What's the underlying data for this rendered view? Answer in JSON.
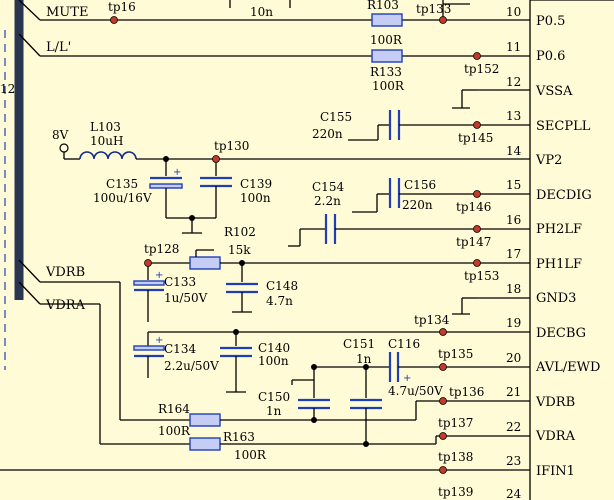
{
  "colors": {
    "background": "#fffbd6",
    "wire": "#000000",
    "component": "#1f3fb8",
    "component_fill": "#c5cdf5",
    "test_point": "#c23a2a"
  },
  "nets": {
    "mute": "MUTE",
    "ll": "L/L'",
    "vdrb": "VDRB",
    "vdra": "VDRA",
    "supply": "8V",
    "chip_left_fragment": "12"
  },
  "pins": [
    {
      "num": "10",
      "name": "P0.5"
    },
    {
      "num": "11",
      "name": "P0.6"
    },
    {
      "num": "12",
      "name": "VSSA"
    },
    {
      "num": "13",
      "name": "SECPLL"
    },
    {
      "num": "14",
      "name": "VP2"
    },
    {
      "num": "15",
      "name": "DECDIG"
    },
    {
      "num": "16",
      "name": "PH2LF"
    },
    {
      "num": "17",
      "name": "PH1LF"
    },
    {
      "num": "18",
      "name": "GND3"
    },
    {
      "num": "19",
      "name": "DECBG"
    },
    {
      "num": "20",
      "name": "AVL/EWD"
    },
    {
      "num": "21",
      "name": "VDRB"
    },
    {
      "num": "22",
      "name": "VDRA"
    },
    {
      "num": "23",
      "name": "IFIN1"
    },
    {
      "num": "24",
      "name": ""
    }
  ],
  "test_points": {
    "tp16": "tp16",
    "tp133": "tp133",
    "tp152": "tp152",
    "tp145": "tp145",
    "tp130": "tp130",
    "tp146": "tp146",
    "tp147": "tp147",
    "tp128": "tp128",
    "tp153": "tp153",
    "tp134": "tp134",
    "tp135": "tp135",
    "tp136": "tp136",
    "tp137": "tp137",
    "tp138": "tp138",
    "tp139": "tp139"
  },
  "components": {
    "c_top": {
      "value": "10n"
    },
    "r103": {
      "ref": "R103"
    },
    "r133": {
      "ref": "R133",
      "value_a": "100R",
      "value_b": "100R"
    },
    "c155": {
      "ref": "C155",
      "value": "220n"
    },
    "l103": {
      "ref": "L103",
      "value": "10uH"
    },
    "c135": {
      "ref": "C135",
      "value": "100u/16V"
    },
    "c139": {
      "ref": "C139",
      "value": "100n"
    },
    "c154": {
      "ref": "C154",
      "value": "2.2n"
    },
    "c156": {
      "ref": "C156",
      "value": "220n"
    },
    "r102": {
      "ref": "R102",
      "value": "15k"
    },
    "c133": {
      "ref": "C133",
      "value": "1u/50V"
    },
    "c148": {
      "ref": "C148",
      "value": "4.7n"
    },
    "c134": {
      "ref": "C134",
      "value": "2.2u/50V"
    },
    "c140": {
      "ref": "C140",
      "value": "100n"
    },
    "c151": {
      "ref": "C151",
      "value": "1n"
    },
    "c116": {
      "ref": "C116",
      "value": "4.7u/50V"
    },
    "c150": {
      "ref": "C150",
      "value": "1n"
    },
    "r164": {
      "ref": "R164",
      "value": "100R"
    },
    "r163": {
      "ref": "R163",
      "value": "100R"
    }
  }
}
